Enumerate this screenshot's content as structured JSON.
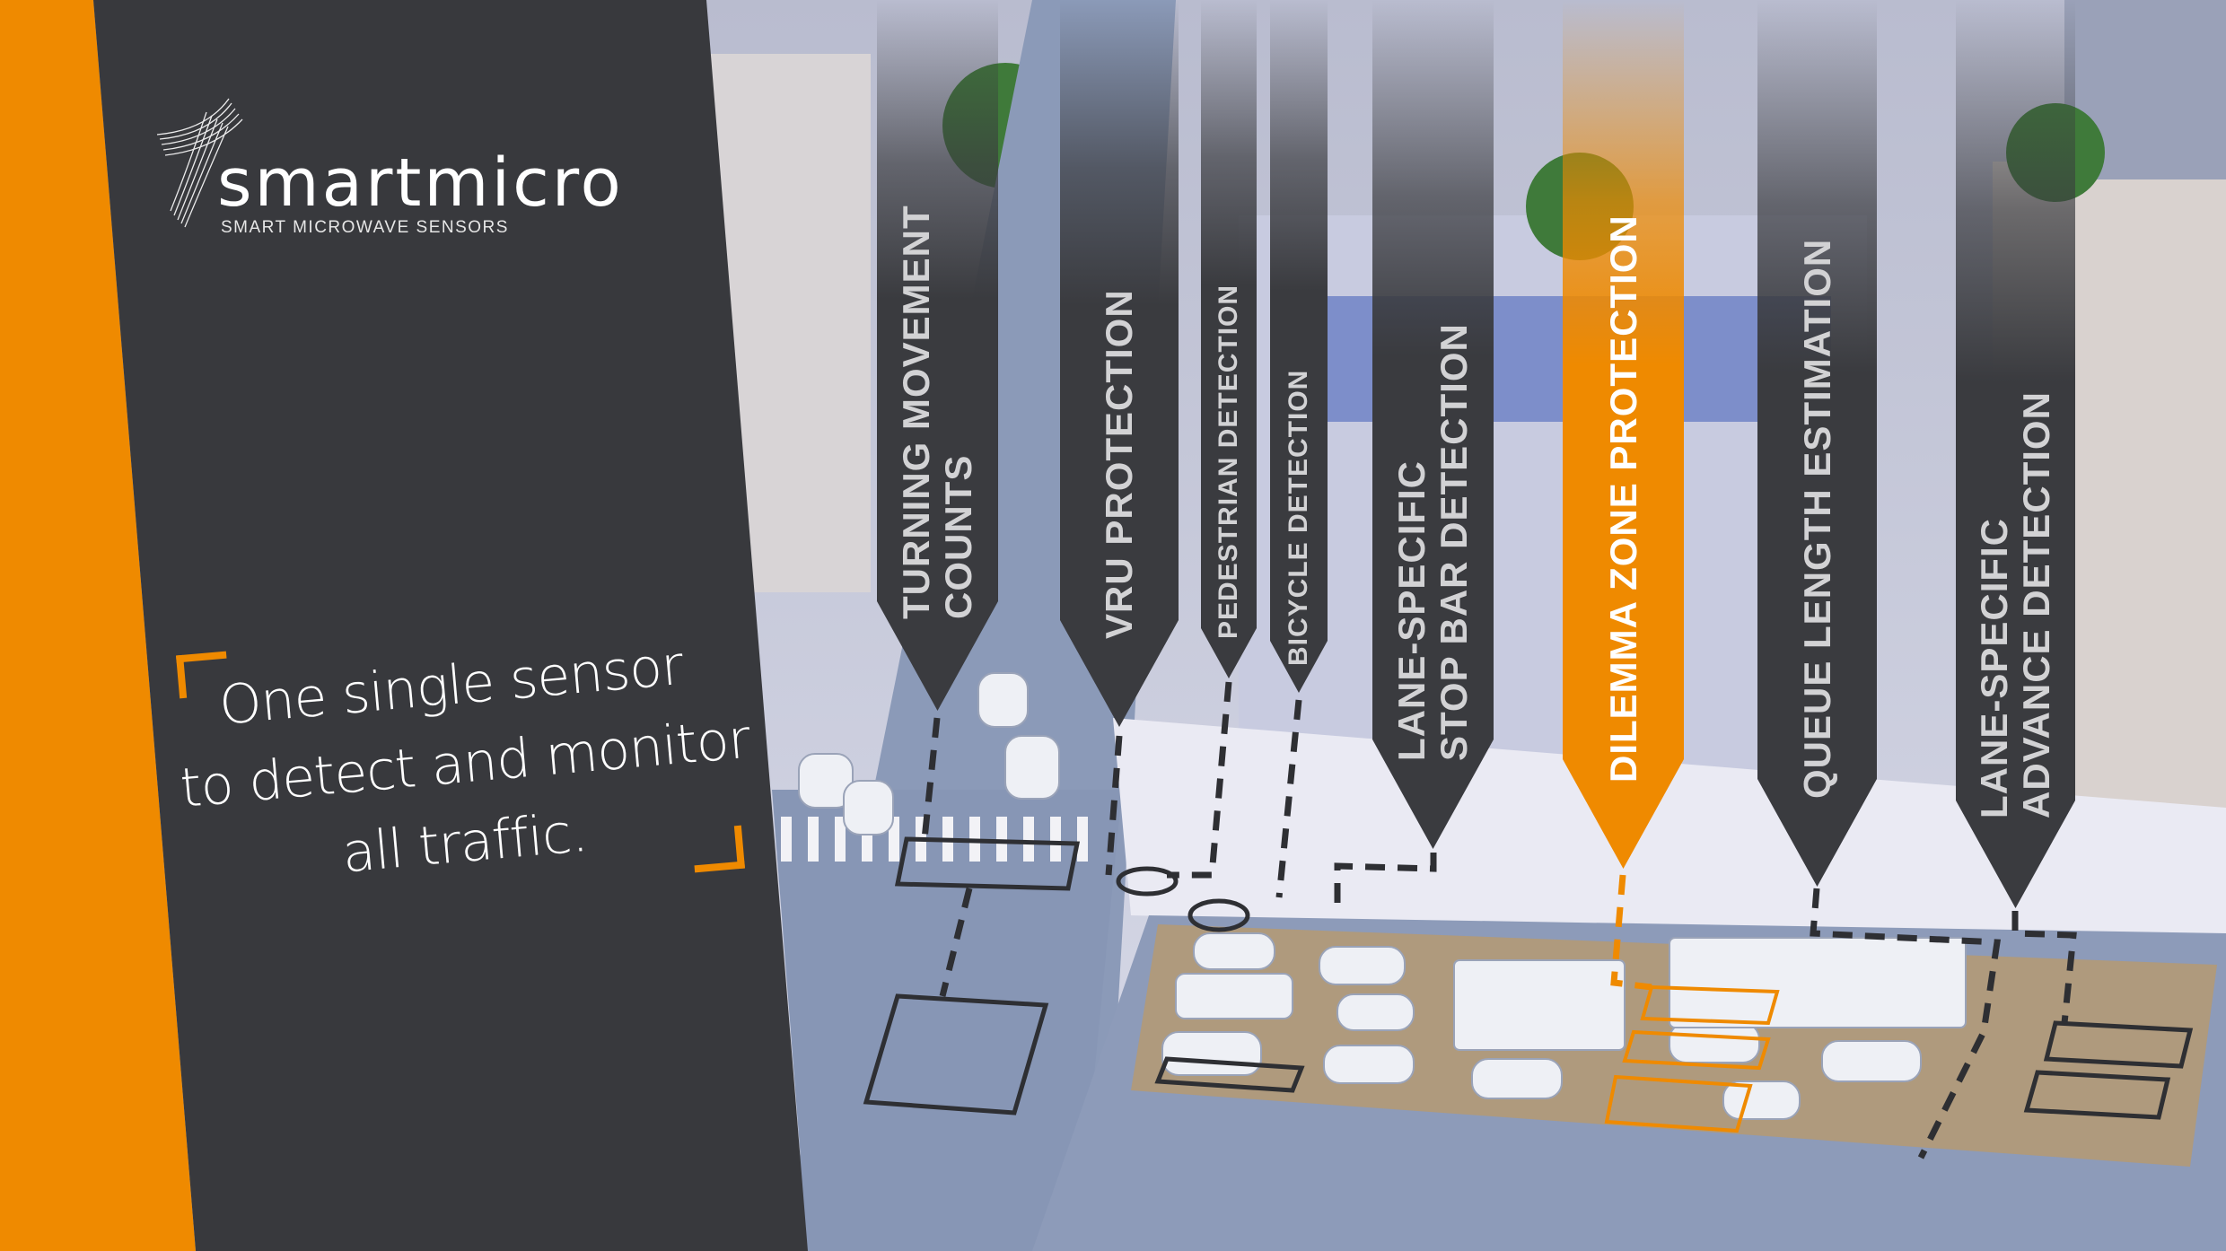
{
  "brand": {
    "name": "smartmicro",
    "tagline": "SMART MICROWAVE SENSORS"
  },
  "headline": {
    "lines": [
      "One single sensor",
      "to detect and monitor",
      "all traffic."
    ]
  },
  "features": [
    {
      "lines": [
        "TURNING MOVEMENT",
        "COUNTS"
      ],
      "highlight": false
    },
    {
      "lines": [
        "VRU PROTECTION"
      ],
      "highlight": false
    },
    {
      "lines": [
        "PEDESTRIAN DETECTION"
      ],
      "highlight": false
    },
    {
      "lines": [
        "BICYCLE DETECTION"
      ],
      "highlight": false
    },
    {
      "lines": [
        "LANE-SPECIFIC",
        "STOP BAR DETECTION"
      ],
      "highlight": false
    },
    {
      "lines": [
        "DILEMMA ZONE PROTECTION"
      ],
      "highlight": true
    },
    {
      "lines": [
        "QUEUE LENGTH ESTIMATION"
      ],
      "highlight": false
    },
    {
      "lines": [
        "LANE-SPECIFIC",
        "ADVANCE DETECTION"
      ],
      "highlight": false
    }
  ],
  "colors": {
    "accent": "#ef8a00",
    "panel": "#38393d",
    "pillar": "#3a3b3f"
  }
}
